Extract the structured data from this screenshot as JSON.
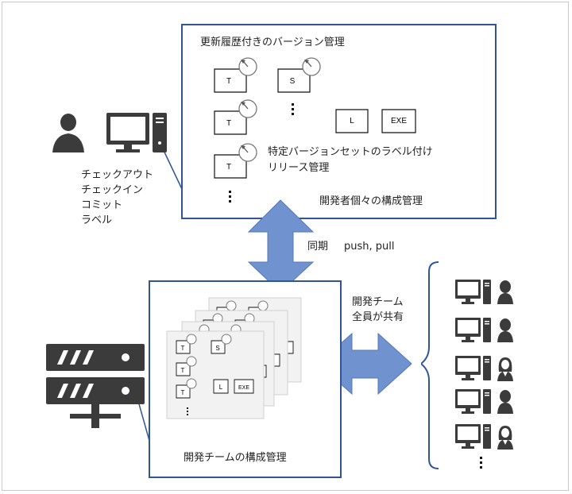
{
  "top_panel": {
    "title": "更新履歴付きのバージョン管理",
    "label_note": "特定バージョンセットのラベル付け",
    "release_note": "リリース管理",
    "caption": "開発者個々の構成管理"
  },
  "developer_actions": [
    "チェックアウト",
    "チェックイン",
    "コミット",
    "ラベル"
  ],
  "file_labels": {
    "T": "T",
    "S": "S",
    "L": "L",
    "EXE": "EXE",
    "dots": "⋮"
  },
  "sync": {
    "label": "同期",
    "commands": "push, pull"
  },
  "share": {
    "line1": "開発チーム",
    "line2": "全員が共有"
  },
  "team_panel": {
    "caption": "開発チームの構成管理"
  },
  "team_members": [
    "male",
    "male",
    "female",
    "male",
    "female"
  ],
  "colors": {
    "border": "#2f5597",
    "arrow": "#7093cf",
    "icon": "#3b3b3b"
  }
}
